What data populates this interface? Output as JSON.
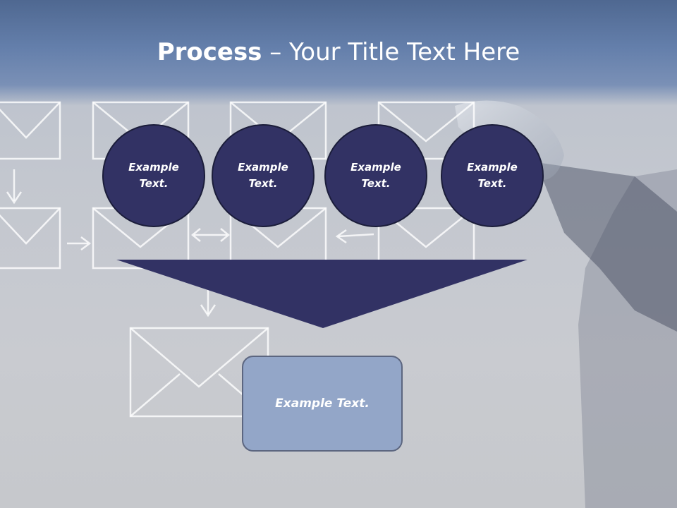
{
  "slide": {
    "title_bold": "Process",
    "title_rest": " – Your Title Text Here"
  },
  "steps": [
    {
      "label": "Example Text."
    },
    {
      "label": "Example Text."
    },
    {
      "label": "Example Text."
    },
    {
      "label": "Example Text."
    }
  ],
  "result": {
    "label": "Example Text."
  },
  "colors": {
    "circle_fill": "#323264",
    "funnel_fill": "#323264",
    "result_fill": "#93a6c8",
    "title_band": "#647fab"
  }
}
